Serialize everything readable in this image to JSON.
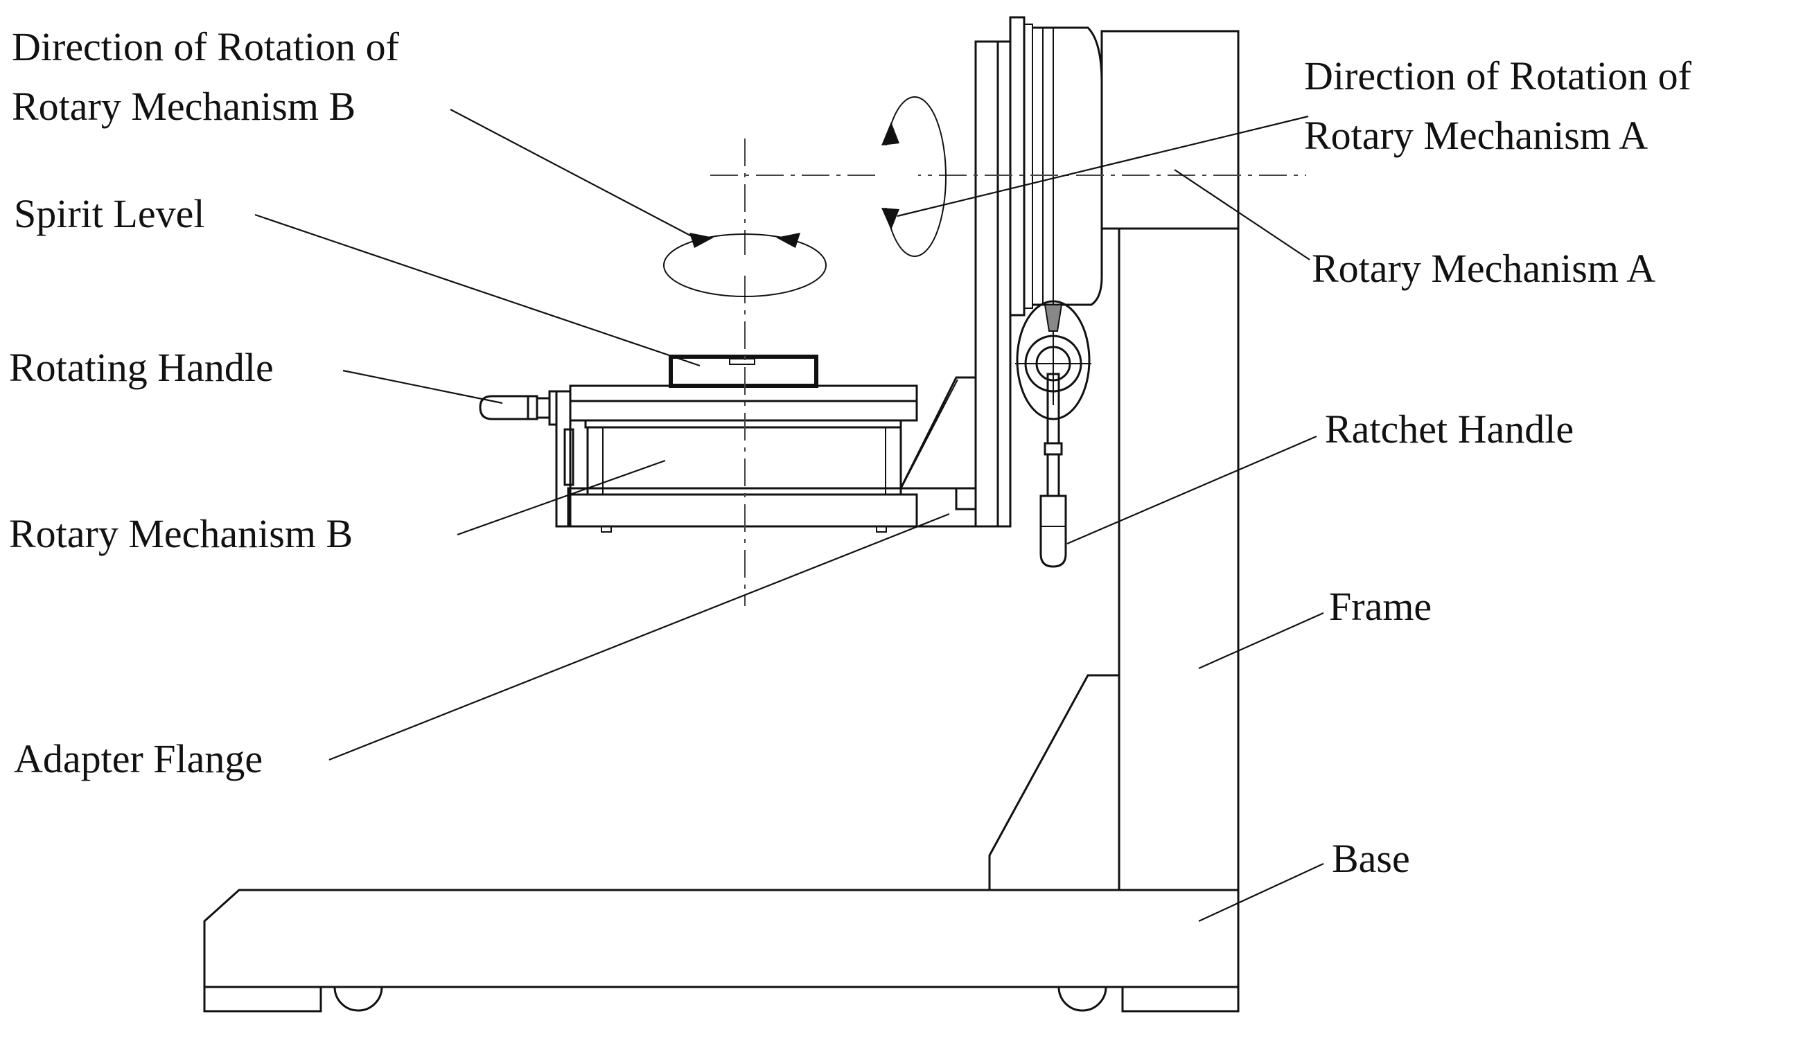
{
  "labels": {
    "dir_rot_b_line1": "Direction of Rotation of",
    "dir_rot_b_line2": "Rotary Mechanism B",
    "dir_rot_a_line1": "Direction of Rotation of",
    "dir_rot_a_line2": "Rotary Mechanism A",
    "spirit_level": "Spirit Level",
    "rotary_mech_a": "Rotary Mechanism A",
    "rotating_handle": "Rotating Handle",
    "ratchet_handle": "Ratchet Handle",
    "rotary_mech_b": "Rotary Mechanism B",
    "frame": "Frame",
    "adapter_flange": "Adapter Flange",
    "base": "Base"
  }
}
